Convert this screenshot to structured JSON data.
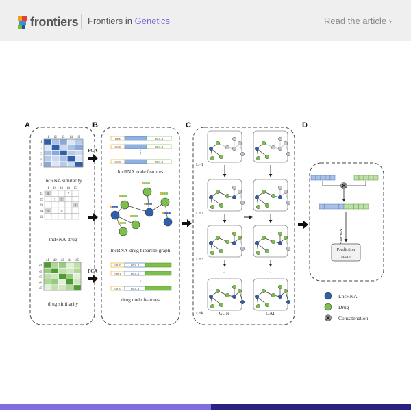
{
  "header": {
    "brand": "frontiers",
    "journal_prefix": "Frontiers in ",
    "journal_name": "Genetics",
    "read_link": "Read the article ›"
  },
  "colors": {
    "accent": "#7b6bd6",
    "lncrna": "#2f5fa8",
    "drug": "#7cbf4a",
    "bar_left": "#7e6ee0",
    "bar_right": "#2a2280"
  },
  "figure": {
    "panels": [
      "A",
      "B",
      "C",
      "D"
    ],
    "panel_a": {
      "lnc_labels": [
        "l1",
        "l2",
        "l3",
        "l4",
        "l5"
      ],
      "drug_labels": [
        "d1",
        "d2",
        "d3",
        "d4",
        "d5"
      ],
      "lnc_similarity_caption": "lncRNA similarity",
      "lnc_drug_caption": "lncRNA-drug",
      "drug_similarity_caption": "drug similarity",
      "association_cells": [
        "1",
        "?",
        "?",
        "1",
        "1",
        "1",
        "0"
      ]
    },
    "panel_b": {
      "pca": "PCA",
      "lnc_codes": [
        "1000",
        "0100",
        "0100"
      ],
      "drug_codes": [
        "0010",
        "0001",
        "0010"
      ],
      "zeros": "000...0",
      "vdots": "⋮",
      "lnc_features_caption": "lncRNA node features",
      "graph_caption": "lncRNA-drug bipartite graph",
      "drug_features_caption": "drug node features"
    },
    "panel_c": {
      "layers": [
        "L=1",
        "L=2",
        "L=3",
        "L=k"
      ],
      "gcn": "GCN",
      "gat": "GAT",
      "vdots": "⋮"
    },
    "panel_d": {
      "softmax": "Softmax",
      "prediction_line1": "Prediction",
      "prediction_line2": "score"
    },
    "legend": [
      {
        "label": "LncRNA",
        "icon": "blue-circle"
      },
      {
        "label": "Drug",
        "icon": "green-circle"
      },
      {
        "label": "Concatenation",
        "icon": "cross-circle"
      }
    ]
  }
}
